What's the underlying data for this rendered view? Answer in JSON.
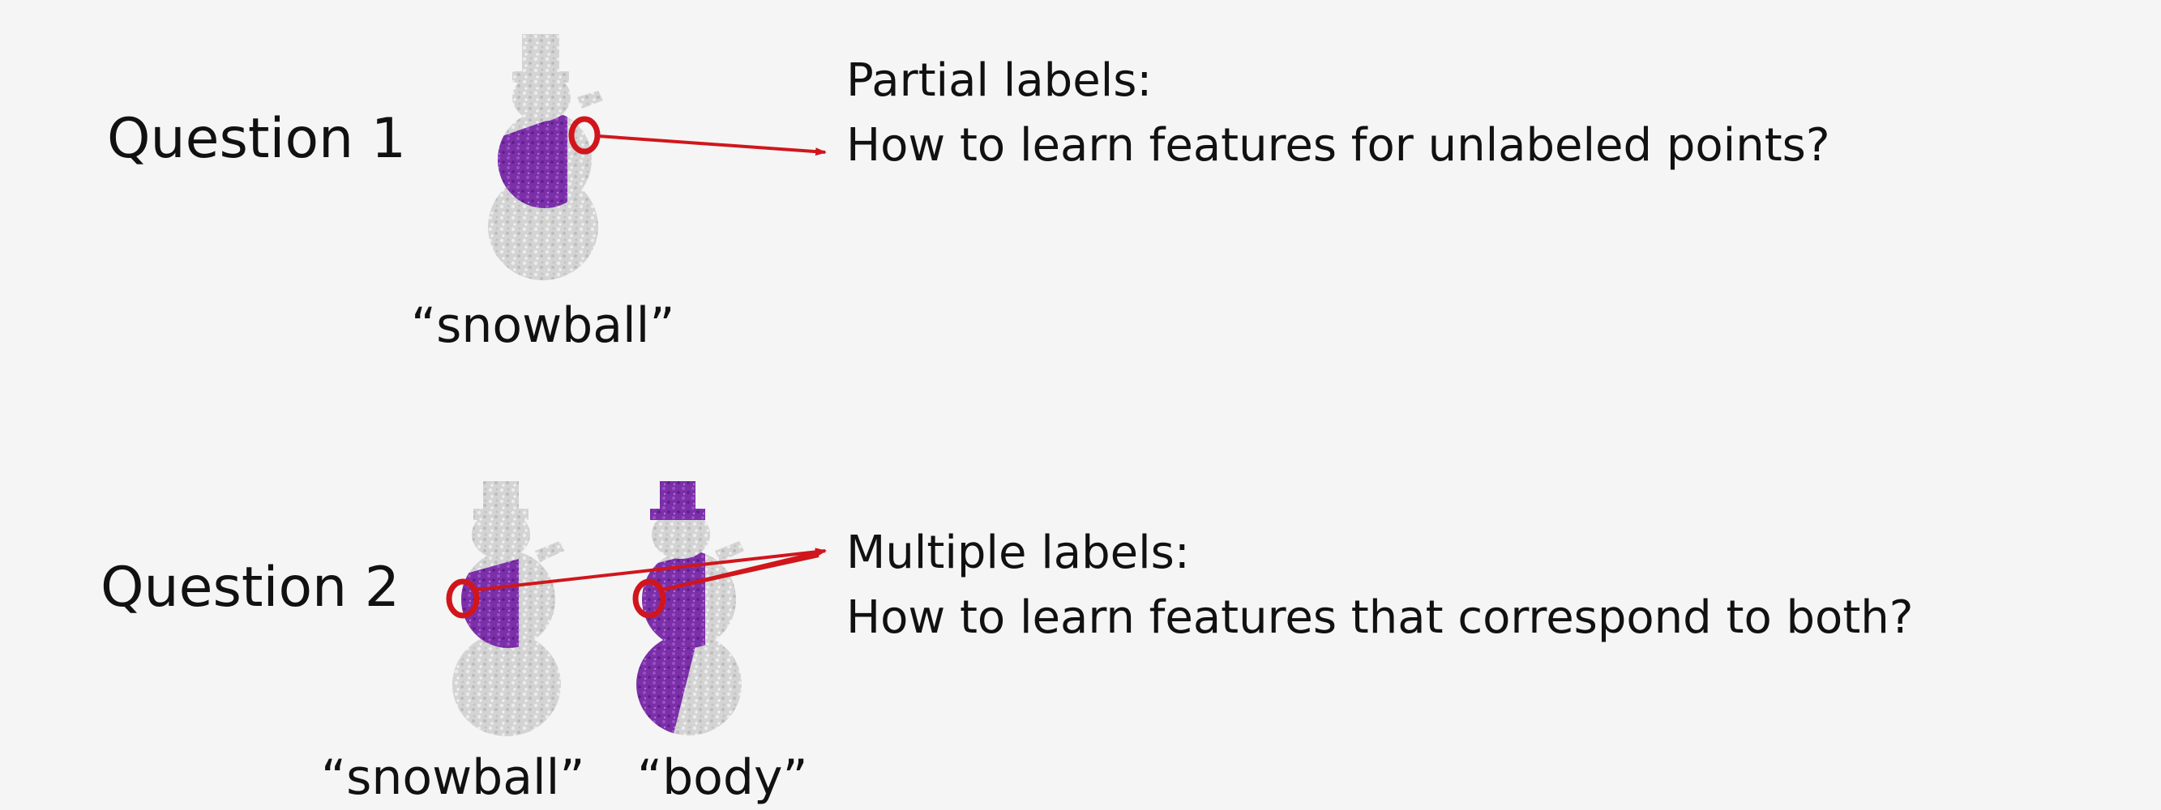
{
  "questions": [
    {
      "label": "Question 1",
      "captions": [
        "“snowball”"
      ],
      "heading": "Partial labels:",
      "question": "How to learn features for unlabeled points?"
    },
    {
      "label": "Question 2",
      "captions": [
        "“snowball”",
        "“body”"
      ],
      "heading": "Multiple labels:",
      "question": "How to learn features that correspond to both?"
    }
  ],
  "colors": {
    "background": "#f5f5f5",
    "highlight": "#7b2fa8",
    "snow": "#d0d0d0",
    "marker": "#d0161c"
  }
}
